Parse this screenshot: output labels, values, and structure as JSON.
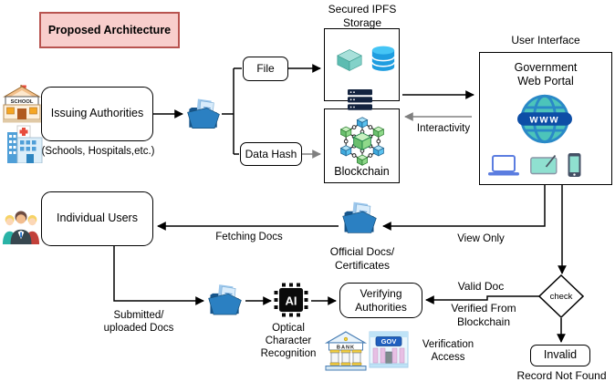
{
  "title": "Proposed Architecture",
  "nodes": {
    "issuing": "Issuing Authorities",
    "issuing_sub": "(Schools, Hospitals,etc.)",
    "file": "File",
    "data_hash": "Data Hash",
    "blockchain": "Blockchain",
    "individual_users": "Individual Users",
    "verifying": "Verifying\nAuthorities",
    "invalid": "Invalid",
    "check": "check"
  },
  "labels": {
    "ipfs_title": "Secured IPFS\nStorage",
    "user_interface": "User Interface",
    "gov_portal": "Government\nWeb Portal",
    "www": "www",
    "interactivity": "Interactivity",
    "fetching_docs": "Fetching Docs",
    "official_docs": "Official Docs/\nCertificates",
    "view_only": "View Only",
    "submitted_docs": "Submitted/\nuploaded Docs",
    "ocr": "Optical\nCharacter\nRecognition",
    "valid_doc": "Valid Doc",
    "verified_from": "Verified From\nBlockchain",
    "verification_access": "Verification\nAccess",
    "record_not_found": "Record Not Found"
  },
  "icon_texts": {
    "school": "SCHOOL",
    "bank": "BANK",
    "gov": "GOV",
    "ai": "AI"
  },
  "colors": {
    "title_fill": "#f8cecc",
    "title_border": "#b85450",
    "connector": "#000000",
    "connector_gray": "#808080",
    "folder_blue": "#2b80c2",
    "cube_teal": "#6fc7bc",
    "db_blue": "#29a8e0",
    "banner_blue": "#0d4ea6"
  }
}
